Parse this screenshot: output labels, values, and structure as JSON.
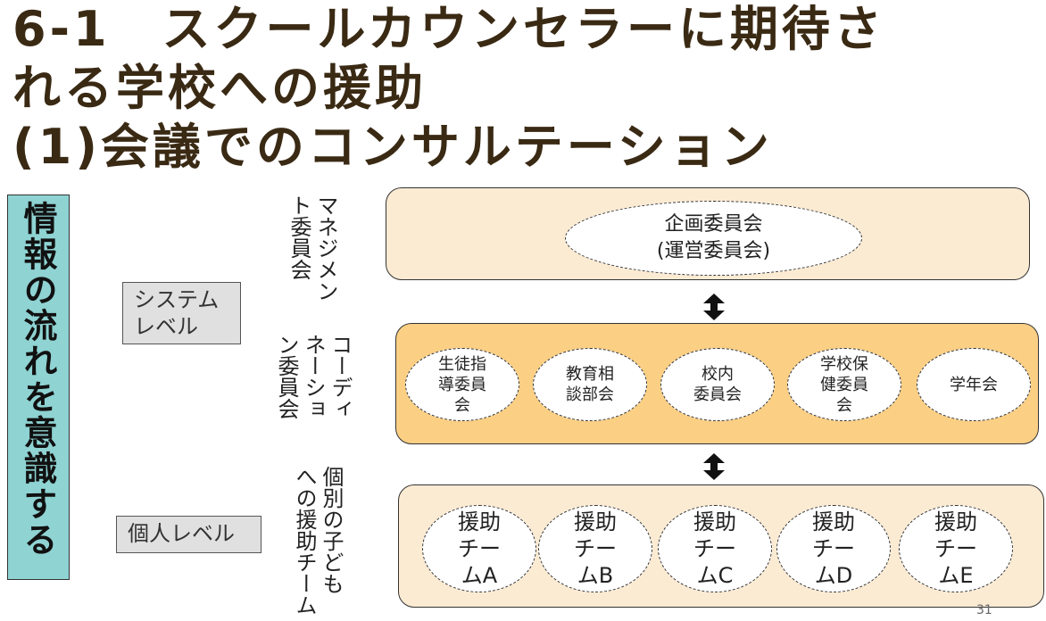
{
  "title": {
    "line1": "6-1　スクールカウンセラーに期待さ",
    "line2": "れる学校への援助",
    "line3": "(1)会議でのコンサルテーション"
  },
  "sidebar_label": "情報の流れを意識する",
  "levels": {
    "system": "システム\nレベル",
    "individual": "個人レベル"
  },
  "committee_labels": {
    "management": "マネジメン\nト委員会",
    "coordination": "コーディ\nネーショ\nン委員会",
    "individual_team": "個別の子ども\nへの援助チーム"
  },
  "top_ellipse": {
    "line1": "企画委員会",
    "line2": "(運営委員会)"
  },
  "mid_ellipses": [
    {
      "text": "生徒指\n導委員\n会"
    },
    {
      "text": "教育相\n談部会"
    },
    {
      "text": "校内\n委員会"
    },
    {
      "text": "学校保\n健委員\n会"
    },
    {
      "text": "学年会"
    }
  ],
  "bottom_ellipses": [
    {
      "text": "援助\nチー\nムA"
    },
    {
      "text": "援助\nチー\nムB"
    },
    {
      "text": "援助\nチー\nムC"
    },
    {
      "text": "援助\nチー\nムD"
    },
    {
      "text": "援助\nチー\nムE"
    }
  ],
  "page_number": "31",
  "colors": {
    "sidebar": "#8fd3d3",
    "top_box": "#fcebd3",
    "mid_box": "#fbcf84",
    "bottom_box": "#fcebd3",
    "title": "#3a2a14"
  }
}
